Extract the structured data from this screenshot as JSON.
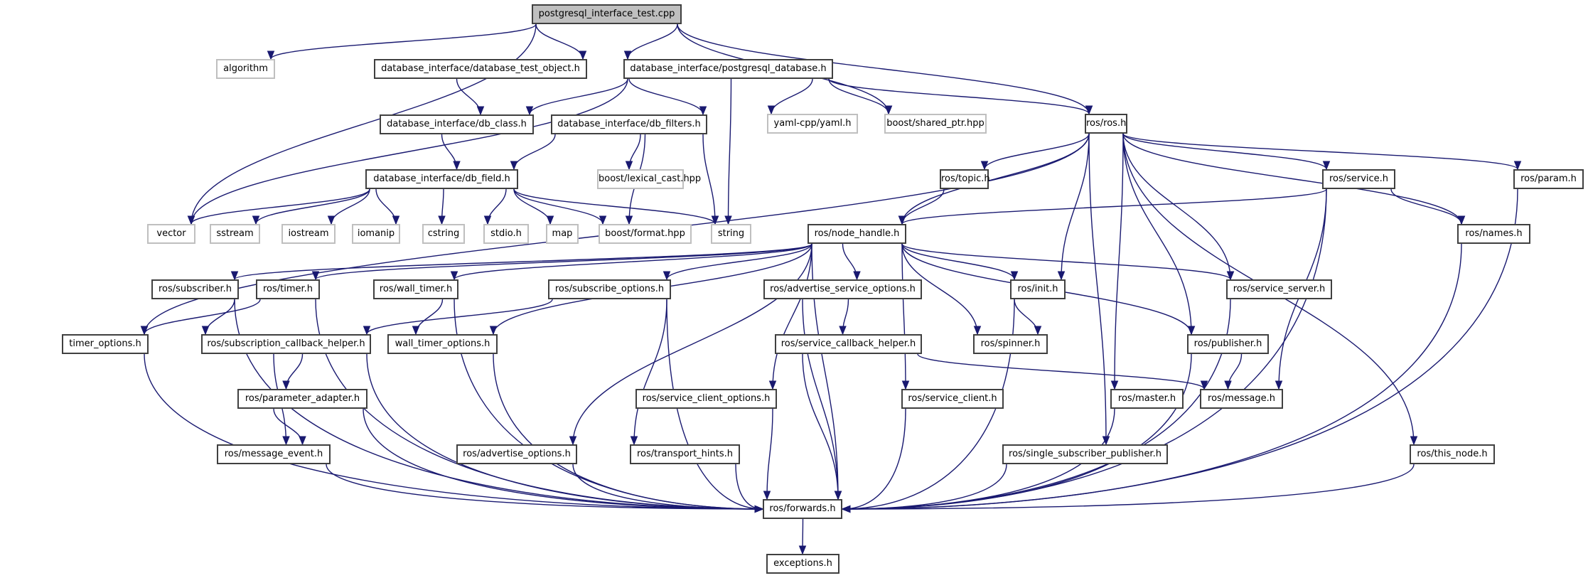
{
  "title": "postgresql_interface_test.cpp",
  "colors": {
    "edge": "#191970",
    "root_fill": "#bfbfbf",
    "node_border": "#404040",
    "external_border": "#bfbfbf"
  },
  "nodes": [
    {
      "id": "root",
      "label": "postgresql_interface_test.cpp",
      "kind": "root"
    },
    {
      "id": "algorithm",
      "label": "algorithm",
      "kind": "external"
    },
    {
      "id": "db_test_object",
      "label": "database_interface/database_test_object.h",
      "kind": "documented"
    },
    {
      "id": "postgresql_database",
      "label": "database_interface/postgresql_database.h",
      "kind": "documented"
    },
    {
      "id": "db_class",
      "label": "database_interface/db_class.h",
      "kind": "documented"
    },
    {
      "id": "db_filters",
      "label": "database_interface/db_filters.h",
      "kind": "documented"
    },
    {
      "id": "yaml",
      "label": "yaml-cpp/yaml.h",
      "kind": "external"
    },
    {
      "id": "shared_ptr",
      "label": "boost/shared_ptr.hpp",
      "kind": "external"
    },
    {
      "id": "ros",
      "label": "ros/ros.h",
      "kind": "documented"
    },
    {
      "id": "db_field",
      "label": "database_interface/db_field.h",
      "kind": "documented"
    },
    {
      "id": "lexical_cast",
      "label": "boost/lexical_cast.hpp",
      "kind": "external"
    },
    {
      "id": "topic",
      "label": "ros/topic.h",
      "kind": "documented"
    },
    {
      "id": "service",
      "label": "ros/service.h",
      "kind": "documented"
    },
    {
      "id": "param",
      "label": "ros/param.h",
      "kind": "documented"
    },
    {
      "id": "vector",
      "label": "vector",
      "kind": "external"
    },
    {
      "id": "sstream",
      "label": "sstream",
      "kind": "external"
    },
    {
      "id": "iostream",
      "label": "iostream",
      "kind": "external"
    },
    {
      "id": "iomanip",
      "label": "iomanip",
      "kind": "external"
    },
    {
      "id": "cstring",
      "label": "cstring",
      "kind": "external"
    },
    {
      "id": "stdio",
      "label": "stdio.h",
      "kind": "external"
    },
    {
      "id": "map",
      "label": "map",
      "kind": "external"
    },
    {
      "id": "format",
      "label": "boost/format.hpp",
      "kind": "external"
    },
    {
      "id": "string",
      "label": "string",
      "kind": "external"
    },
    {
      "id": "node_handle",
      "label": "ros/node_handle.h",
      "kind": "documented"
    },
    {
      "id": "names",
      "label": "ros/names.h",
      "kind": "documented"
    },
    {
      "id": "subscriber",
      "label": "ros/subscriber.h",
      "kind": "documented"
    },
    {
      "id": "timer",
      "label": "ros/timer.h",
      "kind": "documented"
    },
    {
      "id": "wall_timer",
      "label": "ros/wall_timer.h",
      "kind": "documented"
    },
    {
      "id": "subscribe_options",
      "label": "ros/subscribe_options.h",
      "kind": "documented"
    },
    {
      "id": "advertise_service_options",
      "label": "ros/advertise_service_options.h",
      "kind": "documented"
    },
    {
      "id": "init",
      "label": "ros/init.h",
      "kind": "documented"
    },
    {
      "id": "service_server",
      "label": "ros/service_server.h",
      "kind": "documented"
    },
    {
      "id": "timer_options",
      "label": "timer_options.h",
      "kind": "documented"
    },
    {
      "id": "subscription_callback_helper",
      "label": "ros/subscription_callback_helper.h",
      "kind": "documented"
    },
    {
      "id": "wall_timer_options",
      "label": "wall_timer_options.h",
      "kind": "documented"
    },
    {
      "id": "service_callback_helper",
      "label": "ros/service_callback_helper.h",
      "kind": "documented"
    },
    {
      "id": "spinner",
      "label": "ros/spinner.h",
      "kind": "documented"
    },
    {
      "id": "publisher",
      "label": "ros/publisher.h",
      "kind": "documented"
    },
    {
      "id": "parameter_adapter",
      "label": "ros/parameter_adapter.h",
      "kind": "documented"
    },
    {
      "id": "service_client_options",
      "label": "ros/service_client_options.h",
      "kind": "documented"
    },
    {
      "id": "service_client",
      "label": "ros/service_client.h",
      "kind": "documented"
    },
    {
      "id": "master",
      "label": "ros/master.h",
      "kind": "documented"
    },
    {
      "id": "message",
      "label": "ros/message.h",
      "kind": "documented"
    },
    {
      "id": "message_event",
      "label": "ros/message_event.h",
      "kind": "documented"
    },
    {
      "id": "advertise_options",
      "label": "ros/advertise_options.h",
      "kind": "documented"
    },
    {
      "id": "transport_hints",
      "label": "ros/transport_hints.h",
      "kind": "documented"
    },
    {
      "id": "single_subscriber_publisher",
      "label": "ros/single_subscriber_publisher.h",
      "kind": "documented"
    },
    {
      "id": "this_node",
      "label": "ros/this_node.h",
      "kind": "documented"
    },
    {
      "id": "forwards",
      "label": "ros/forwards.h",
      "kind": "documented"
    },
    {
      "id": "exceptions",
      "label": "exceptions.h",
      "kind": "documented"
    }
  ],
  "edges": [
    [
      "root",
      "algorithm"
    ],
    [
      "root",
      "vector"
    ],
    [
      "root",
      "db_test_object"
    ],
    [
      "root",
      "postgresql_database"
    ],
    [
      "root",
      "shared_ptr"
    ],
    [
      "root",
      "ros"
    ],
    [
      "db_test_object",
      "db_class"
    ],
    [
      "postgresql_database",
      "db_class"
    ],
    [
      "postgresql_database",
      "db_filters"
    ],
    [
      "postgresql_database",
      "vector"
    ],
    [
      "postgresql_database",
      "string"
    ],
    [
      "postgresql_database",
      "yaml"
    ],
    [
      "postgresql_database",
      "shared_ptr"
    ],
    [
      "postgresql_database",
      "ros"
    ],
    [
      "db_class",
      "db_field"
    ],
    [
      "db_filters",
      "db_field"
    ],
    [
      "db_filters",
      "lexical_cast"
    ],
    [
      "db_filters",
      "format"
    ],
    [
      "db_filters",
      "string"
    ],
    [
      "db_field",
      "vector"
    ],
    [
      "db_field",
      "sstream"
    ],
    [
      "db_field",
      "iostream"
    ],
    [
      "db_field",
      "iomanip"
    ],
    [
      "db_field",
      "cstring"
    ],
    [
      "db_field",
      "stdio"
    ],
    [
      "db_field",
      "map"
    ],
    [
      "db_field",
      "format"
    ],
    [
      "db_field",
      "string"
    ],
    [
      "ros",
      "topic"
    ],
    [
      "ros",
      "node_handle"
    ],
    [
      "ros",
      "service"
    ],
    [
      "ros",
      "param"
    ],
    [
      "ros",
      "names"
    ],
    [
      "ros",
      "init"
    ],
    [
      "ros",
      "publisher"
    ],
    [
      "ros",
      "service_server"
    ],
    [
      "ros",
      "master"
    ],
    [
      "ros",
      "single_subscriber_publisher"
    ],
    [
      "ros",
      "this_node"
    ],
    [
      "ros",
      "timer_options"
    ],
    [
      "topic",
      "node_handle"
    ],
    [
      "service",
      "node_handle"
    ],
    [
      "service",
      "names"
    ],
    [
      "service",
      "message"
    ],
    [
      "service",
      "forwards"
    ],
    [
      "param",
      "forwards"
    ],
    [
      "names",
      "forwards"
    ],
    [
      "node_handle",
      "subscriber"
    ],
    [
      "node_handle",
      "timer"
    ],
    [
      "node_handle",
      "wall_timer"
    ],
    [
      "node_handle",
      "subscribe_options"
    ],
    [
      "node_handle",
      "advertise_service_options"
    ],
    [
      "node_handle",
      "init"
    ],
    [
      "node_handle",
      "spinner"
    ],
    [
      "node_handle",
      "publisher"
    ],
    [
      "node_handle",
      "service_server"
    ],
    [
      "node_handle",
      "service_client_options"
    ],
    [
      "node_handle",
      "service_client"
    ],
    [
      "node_handle",
      "advertise_options"
    ],
    [
      "node_handle",
      "wall_timer_options"
    ],
    [
      "node_handle",
      "forwards"
    ],
    [
      "subscriber",
      "subscription_callback_helper"
    ],
    [
      "subscriber",
      "forwards"
    ],
    [
      "timer",
      "timer_options"
    ],
    [
      "timer",
      "forwards"
    ],
    [
      "wall_timer",
      "wall_timer_options"
    ],
    [
      "wall_timer",
      "forwards"
    ],
    [
      "subscribe_options",
      "subscription_callback_helper"
    ],
    [
      "subscribe_options",
      "transport_hints"
    ],
    [
      "subscribe_options",
      "forwards"
    ],
    [
      "advertise_service_options",
      "service_callback_helper"
    ],
    [
      "advertise_service_options",
      "forwards"
    ],
    [
      "init",
      "spinner"
    ],
    [
      "init",
      "forwards"
    ],
    [
      "service_server",
      "forwards"
    ],
    [
      "timer_options",
      "forwards"
    ],
    [
      "subscription_callback_helper",
      "parameter_adapter"
    ],
    [
      "subscription_callback_helper",
      "message_event"
    ],
    [
      "subscription_callback_helper",
      "forwards"
    ],
    [
      "wall_timer_options",
      "forwards"
    ],
    [
      "service_callback_helper",
      "message"
    ],
    [
      "service_callback_helper",
      "forwards"
    ],
    [
      "publisher",
      "message"
    ],
    [
      "publisher",
      "forwards"
    ],
    [
      "parameter_adapter",
      "message_event"
    ],
    [
      "parameter_adapter",
      "forwards"
    ],
    [
      "service_client_options",
      "forwards"
    ],
    [
      "service_client",
      "forwards"
    ],
    [
      "master",
      "forwards"
    ],
    [
      "message_event",
      "forwards"
    ],
    [
      "advertise_options",
      "forwards"
    ],
    [
      "transport_hints",
      "forwards"
    ],
    [
      "single_subscriber_publisher",
      "forwards"
    ],
    [
      "this_node",
      "forwards"
    ],
    [
      "forwards",
      "exceptions"
    ]
  ]
}
